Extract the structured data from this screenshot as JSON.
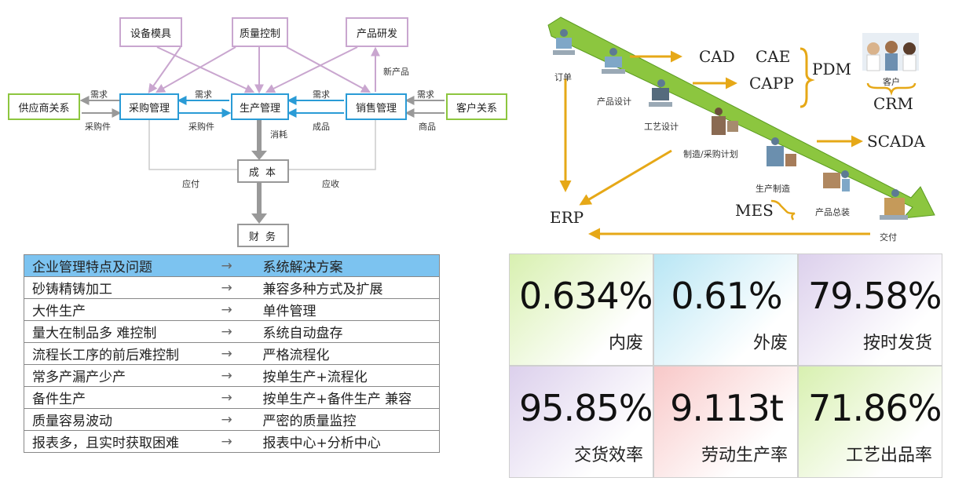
{
  "flow": {
    "top_boxes": [
      "设备模具",
      "质量控制",
      "产品研发"
    ],
    "procurement": "采购管理",
    "production": "生产管理",
    "sales": "销售管理",
    "supplier": "供应商关系",
    "customer": "客户关系",
    "cost": "成 本",
    "finance": "财 务",
    "labels": {
      "demand_1": "需求",
      "purchased_1": "采购件",
      "demand_2": "需求",
      "purchased_2": "采购件",
      "demand_3": "需求",
      "finished": "成品",
      "demand_4": "需求",
      "goods": "商品",
      "new_product": "新产品",
      "consumption": "消耗",
      "payable": "应付",
      "receivable": "应收"
    }
  },
  "table": {
    "header": {
      "left": "企业管理特点及问题",
      "arrow": "→",
      "right": "系统解决方案"
    },
    "rows": [
      {
        "left": "砂铸精铸加工",
        "arrow": "→",
        "right": "兼容多种方式及扩展"
      },
      {
        "left": "大件生产",
        "arrow": "→",
        "right": "单件管理"
      },
      {
        "left": "量大在制品多 难控制",
        "arrow": "→",
        "right": "系统自动盘存"
      },
      {
        "left": "流程长工序的前后难控制",
        "arrow": "→",
        "right": "严格流程化"
      },
      {
        "left": "常多产漏产少产",
        "arrow": "→",
        "right": "按单生产+流程化"
      },
      {
        "left": "备件生产",
        "arrow": "→",
        "right": "按单生产+备件生产 兼容"
      },
      {
        "left": "质量容易波动",
        "arrow": "→",
        "right": "严密的质量监控"
      },
      {
        "left": "报表多，且实时获取困难",
        "arrow": "→",
        "right": "报表中心+分析中心"
      }
    ]
  },
  "process": {
    "stages": [
      "订单",
      "产品设计",
      "工艺设计",
      "制造/采购计划",
      "生产制造",
      "产品总装",
      "交付",
      "客户"
    ],
    "systems": {
      "cad": "CAD",
      "cae": "CAE",
      "capp": "CAPP",
      "pdm": "PDM",
      "crm": "CRM",
      "scada": "SCADA",
      "mes": "MES",
      "erp": "ERP"
    },
    "colors": {
      "arrow_band": "#8cc63f",
      "arrow_stroke": "#5a9a20",
      "connector": "#e6a817"
    }
  },
  "kpis": [
    {
      "value": "0.634%",
      "label": "内废",
      "color": "#d8f0b0"
    },
    {
      "value": "0.61%",
      "label": "外废",
      "color": "#b8e6f4"
    },
    {
      "value": "79.58%",
      "label": "按时发货",
      "color": "#dcd0ec"
    },
    {
      "value": "95.85%",
      "label": "交货效率",
      "color": "#dcd0ec"
    },
    {
      "value": "9.113t",
      "label": "劳动生产率",
      "color": "#f8c8c8"
    },
    {
      "value": "71.86%",
      "label": "工艺出品率",
      "color": "#d8f0b0"
    }
  ]
}
